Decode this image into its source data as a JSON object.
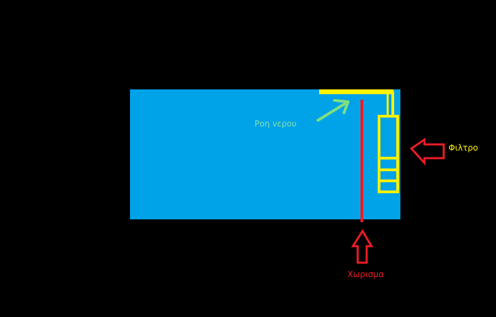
{
  "labels": {
    "water_flow": "Ροη νερου",
    "filter": "Φιλτρο",
    "divider": "Χωρισμα"
  },
  "colors": {
    "background": "#000000",
    "tank_water": "#00A2E8",
    "filter_pipe": "#FFF200",
    "divider": "#ED1C24",
    "flow_arrow": "#80E080",
    "flow_label": "#80E0B0",
    "callout_arrow": "#ED1C24",
    "filter_label": "#FFF200",
    "divider_label": "#ED1C24"
  }
}
